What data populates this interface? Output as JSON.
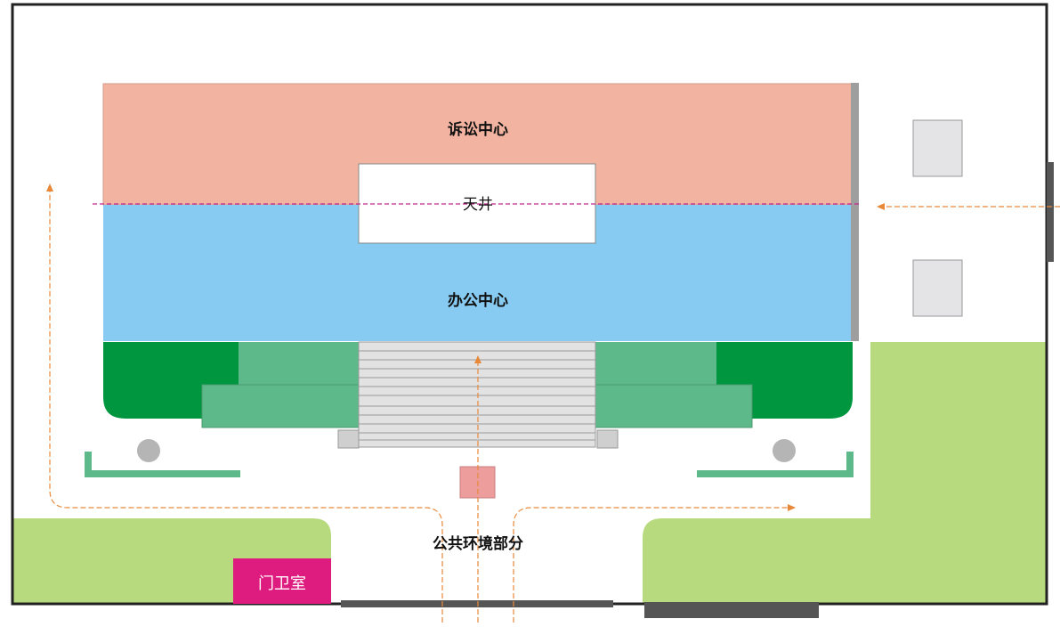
{
  "labels": {
    "litigation_center": "诉讼中心",
    "atrium": "天井",
    "office_center": "办公中心",
    "public_environment": "公共环境部分",
    "guard_room": "门卫室"
  },
  "colors": {
    "litigation_center": "#f2b3a0",
    "office_center": "#87cbf2",
    "dark_green": "#00963f",
    "mid_green": "#5db88a",
    "lawn": "#b8da7e",
    "guard_room": "#de1c7f",
    "flow_arrow": "#e8893a",
    "section_line": "#c2278f",
    "stairs": "#e2e2e2",
    "light_gray": "#e4e4e6",
    "dark_gray": "#555555"
  },
  "icons": {
    "flow": "arrow-icon",
    "tree": "circle-icon"
  }
}
